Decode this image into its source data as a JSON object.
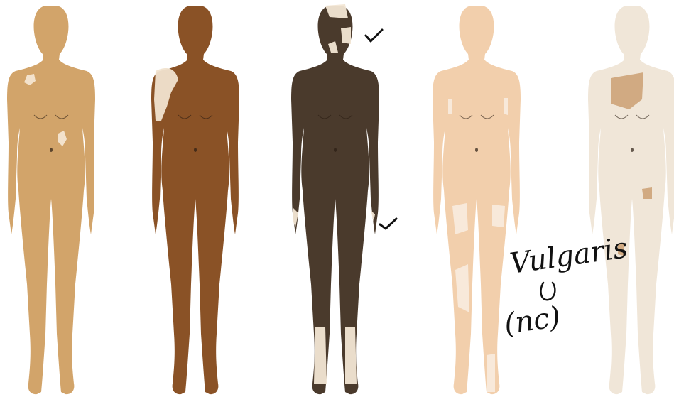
{
  "figures": [
    {
      "name": "figure-1",
      "skin": "#d2a46a",
      "patch": "#f4e6d2"
    },
    {
      "name": "figure-2",
      "skin": "#8a5226",
      "patch": "#f1e3cf"
    },
    {
      "name": "figure-3",
      "skin": "#4a3a2c",
      "patch": "#f2e6d4"
    },
    {
      "name": "figure-4",
      "skin": "#f2cfac",
      "patch": "#f8eadc"
    },
    {
      "name": "figure-5",
      "skin": "#f0e6d8",
      "patch": "#cfa77d"
    }
  ],
  "annotations": {
    "handwriting_1": "Vulgaris",
    "handwriting_2": "(nc)"
  },
  "ink_color": "#111111",
  "navel_color": "#2a1c12",
  "chest_line_color": "#2a1c12"
}
